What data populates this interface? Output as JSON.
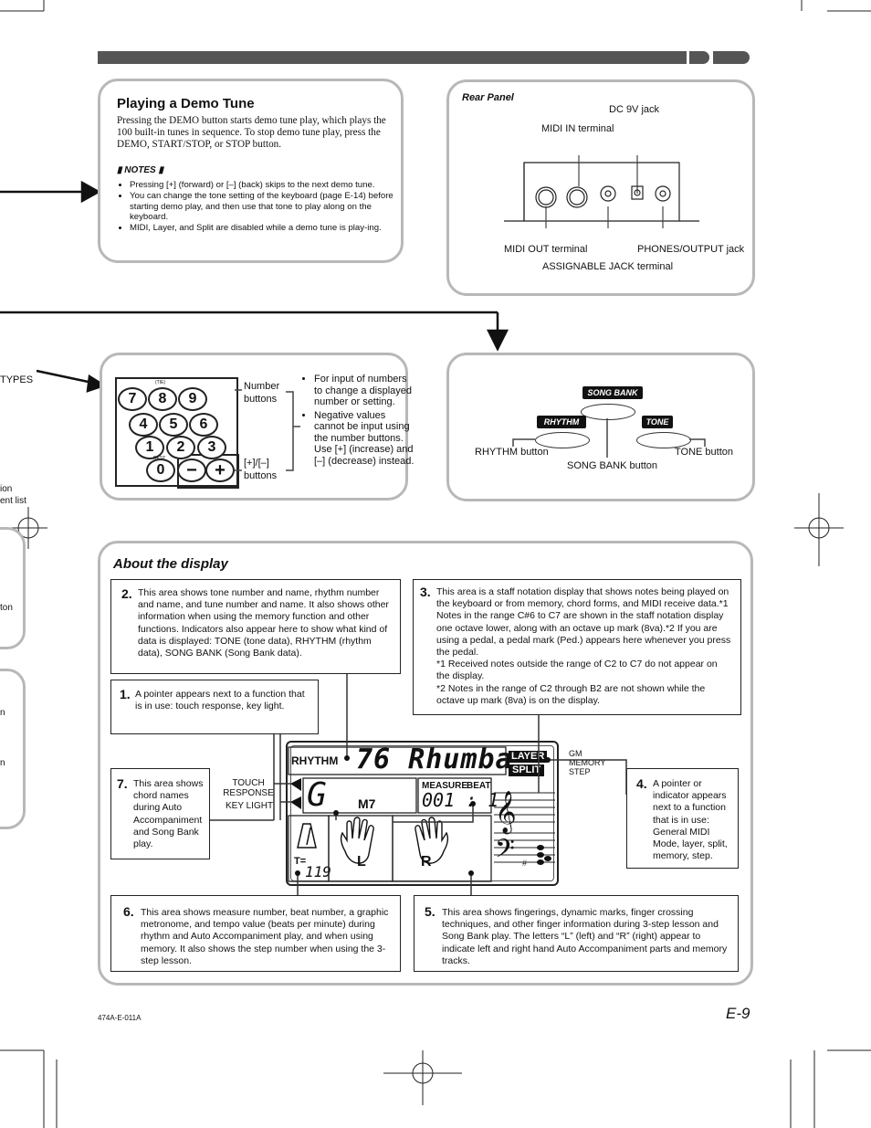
{
  "header_bar": {
    "color": "#555555"
  },
  "demo": {
    "title": "Playing a Demo Tune",
    "body": "Pressing the DEMO button starts demo tune play, which plays the 100 built-in tunes in sequence. To stop demo tune play, press the DEMO, START/STOP, or STOP button.",
    "notes_label": "NOTES",
    "notes": [
      "Pressing [+] (forward) or [–] (back) skips to the next demo tune.",
      "You can change the tone setting of the keyboard (page E-14) before starting demo play, and then use that tone to play along on the keyboard.",
      "MIDI, Layer, and Split are disabled while a demo tune is play-ing."
    ]
  },
  "rear_panel": {
    "title": "Rear Panel",
    "dc_jack": "DC 9V jack",
    "midi_in": "MIDI IN terminal",
    "midi_out": "MIDI OUT terminal",
    "phones": "PHONES/OUTPUT jack",
    "assignable": "ASSIGNABLE JACK terminal"
  },
  "left_edge": {
    "types": "TYPES",
    "ion": "ion",
    "ent_list": "ent list",
    "ton": "ton",
    "n1": "n",
    "n2": "n"
  },
  "number_buttons": {
    "keys": [
      "7",
      "8",
      "9",
      "4",
      "5",
      "6",
      "1",
      "2",
      "3",
      "0"
    ],
    "minus": "−",
    "plus": "+",
    "tie": "(TIE)",
    "rest": "REST",
    "label_numbers": "Number buttons",
    "label_plusminus": "[+]/[–] buttons",
    "bullets": [
      "For input of numbers to change a displayed number or setting.",
      "Negative values cannot be input using the number buttons. Use [+] (increase) and [–] (decrease) instead."
    ]
  },
  "mode_buttons": {
    "song_bank_pill": "SONG BANK",
    "rhythm_pill": "RHYTHM",
    "tone_pill": "TONE",
    "rhythm_label": "RHYTHM button",
    "song_bank_label": "SONG BANK button",
    "tone_label": "TONE button"
  },
  "display": {
    "title": "About the display",
    "c1_num": "1.",
    "c1": "A pointer appears next to a function that is in use: touch response, key light.",
    "c2_num": "2.",
    "c2": "This area shows tone number and name, rhythm number and name, and tune number and name. It also shows other information when using the memory function and other functions. Indicators also appear here to show what kind of data is displayed: TONE (tone data), RHYTHM (rhythm data), SONG BANK (Song Bank data).",
    "c3_num": "3.",
    "c3_a": "This area is a staff notation display that shows notes being played on the keyboard or from memory, chord forms, and MIDI receive data.*1 Notes in the range C#6 to C7 are shown in the staff notation display one octave lower, along with an octave up mark (8va).*2 If you are using a pedal, a pedal mark (Ped.) appears here whenever you press the pedal.",
    "c3_f1": "*1 Received notes outside the range of C2 to C7 do not appear on the display.",
    "c3_f2": "*2 Notes in the range of C2 through B2 are not shown while the octave up mark (8va) is on the display.",
    "c4_num": "4.",
    "c4": "A pointer or indicator appears next to a function that is in use: General MIDI Mode, layer, split, memory, step.",
    "c5_num": "5.",
    "c5": "This area shows fingerings, dynamic marks, finger crossing techniques, and other finger information during 3-step lesson and Song Bank play. The letters “L” (left) and “R” (right) appear to indicate left and right hand Auto Accompaniment parts and memory tracks.",
    "c6_num": "6.",
    "c6": "This area shows measure number, beat number, a graphic metronome, and tempo value (beats per minute) during rhythm and Auto Accompaniment play, and when using memory. It also shows the step number when using the 3-step lesson.",
    "c7_num": "7.",
    "c7": "This area shows chord names during Auto Accompaniment and Song Bank play.",
    "lcd": {
      "rhythm": "RHYTHM",
      "name": "76 Rhumba",
      "layer": "LAYER",
      "split": "SPLIT",
      "gm": "GM",
      "memory": "MEMORY",
      "step": "STEP",
      "chord_root": "G",
      "chord_type": "M7",
      "measure": "MEASURE",
      "beat": "BEAT",
      "counter": "001 : 1",
      "tempo_label": "T=",
      "tempo": "119",
      "left_hand": "L",
      "right_hand": "R",
      "touch_response": "TOUCH RESPONSE",
      "key_light": "KEY LIGHT"
    }
  },
  "footer": {
    "code": "474A-E-011A",
    "page": "E-9"
  }
}
